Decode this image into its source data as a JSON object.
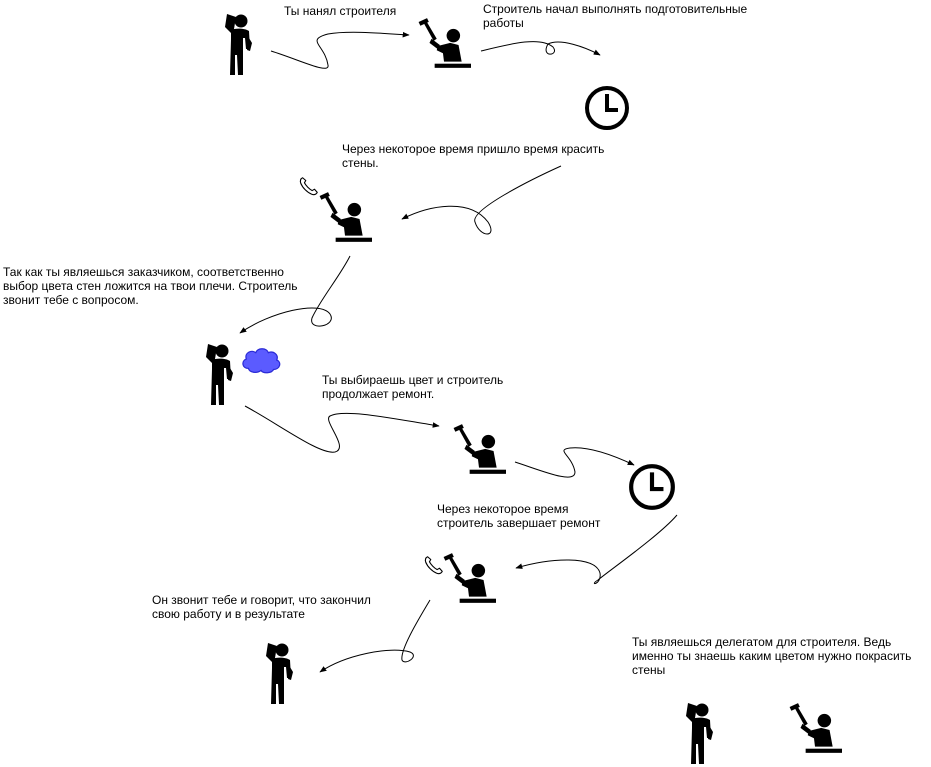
{
  "labels": {
    "step1": "Ты нанял строителя",
    "step2": "Строитель начал выполнять подготовительные\nработы",
    "step3": "Через некоторое время пришло время красить\nстены.",
    "step4": "Так как ты являешься заказчиком, соответственно\nвыбор цвета стен ложится на твои плечи. Строитель\nзвонит тебе с вопросом.",
    "step5": "Ты выбираешь цвет и строитель\nпродолжает ремонт.",
    "step6": "Через некоторое время\nстроитель завершает ремонт",
    "step7": "Он звонит тебе и говорит, что закончил\nсвою работу и в результате",
    "step8": "Ты являешься делегатом для строителя. Ведь\nименно ты знаешь каким цветом нужно покрасить\nстены"
  },
  "nodes": [
    {
      "id": "you-1",
      "icon": "person-icon"
    },
    {
      "id": "builder-1",
      "icon": "builder-icon"
    },
    {
      "id": "clock-1",
      "icon": "clock-icon"
    },
    {
      "id": "builder-2",
      "icon": "builder-icon",
      "badge": "phone-icon"
    },
    {
      "id": "you-2",
      "icon": "person-icon",
      "badge": "thought-cloud-icon"
    },
    {
      "id": "builder-3",
      "icon": "builder-icon"
    },
    {
      "id": "clock-2",
      "icon": "clock-icon"
    },
    {
      "id": "builder-4",
      "icon": "builder-icon",
      "badge": "phone-icon"
    },
    {
      "id": "you-3",
      "icon": "person-icon"
    },
    {
      "id": "you-4",
      "icon": "person-icon"
    },
    {
      "id": "builder-5",
      "icon": "builder-icon"
    }
  ],
  "edges": [
    {
      "from": "you-1",
      "to": "builder-1"
    },
    {
      "from": "builder-1",
      "to": "clock-1"
    },
    {
      "from": "clock-1",
      "to": "builder-2"
    },
    {
      "from": "builder-2",
      "to": "you-2"
    },
    {
      "from": "you-2",
      "to": "builder-3"
    },
    {
      "from": "builder-3",
      "to": "clock-2"
    },
    {
      "from": "clock-2",
      "to": "builder-4"
    },
    {
      "from": "builder-4",
      "to": "you-3"
    }
  ],
  "colors": {
    "ink": "#000000",
    "cloud_fill": "#5b5bff",
    "cloud_stroke": "#2b2bd6"
  }
}
